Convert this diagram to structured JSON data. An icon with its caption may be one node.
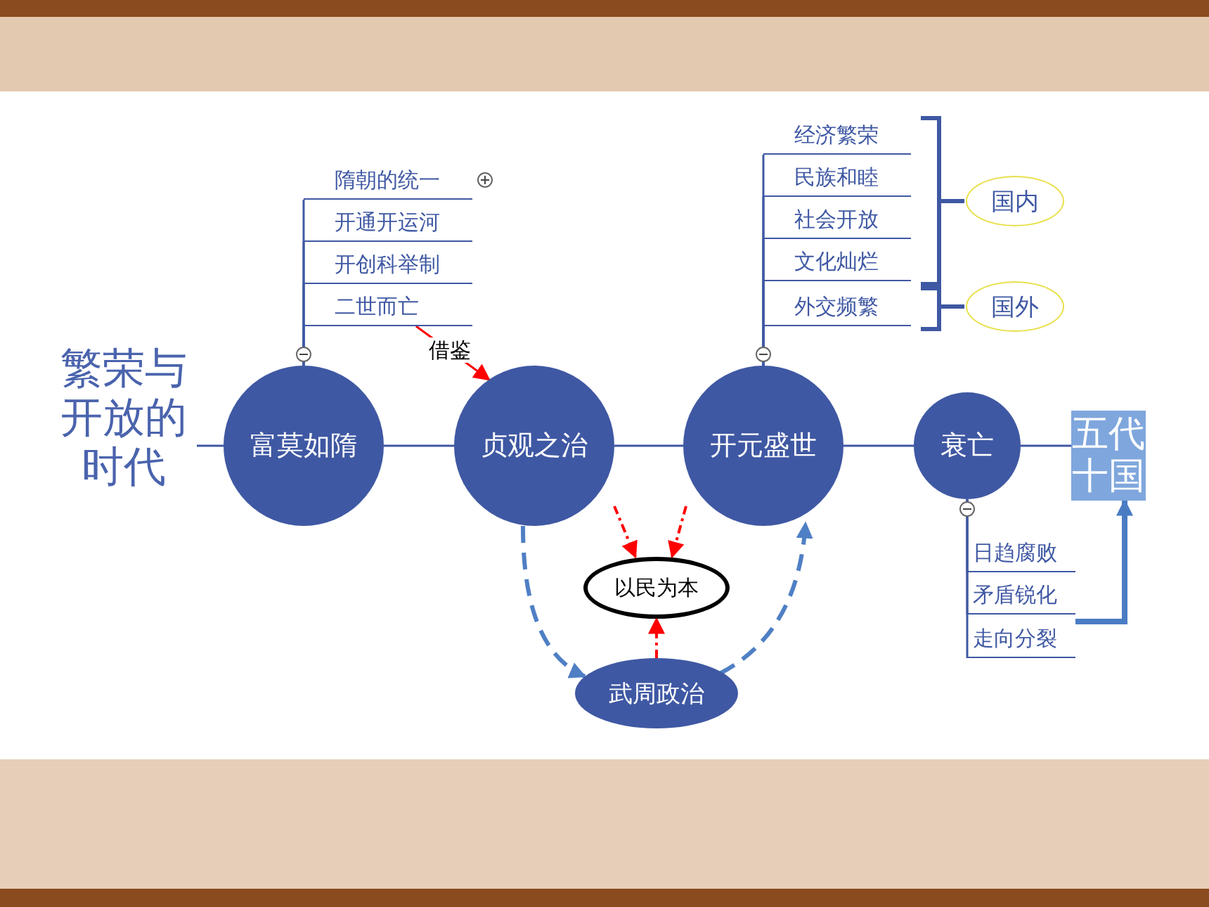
{
  "diagram": {
    "nodes": [
      {
        "text": [
          "繁荣与开放的时代"
        ]
      },
      {
        "text": [
          "富莫如隋"
        ]
      },
      {
        "text": [
          "隋朝的统一"
        ]
      },
      {
        "text": [
          "开通开运河"
        ]
      },
      {
        "text": [
          "开创科举制"
        ]
      },
      {
        "text": [
          "二世而亡"
        ]
      },
      {
        "text": [
          "贞观之治"
        ]
      },
      {
        "text": [
          "开元盛世"
        ]
      },
      {
        "text": [
          "经济繁荣"
        ]
      },
      {
        "text": [
          "民族和睦"
        ]
      },
      {
        "text": [
          "社会开放"
        ]
      },
      {
        "text": [
          "文化灿烂"
        ]
      },
      {
        "text": [
          "外交频繁"
        ]
      },
      {
        "text": [
          "国内"
        ]
      },
      {
        "text": [
          "国外"
        ]
      },
      {
        "text": [
          "衰亡"
        ]
      },
      {
        "text": [
          "日趋腐败"
        ]
      },
      {
        "text": [
          "矛盾锐化"
        ]
      },
      {
        "text": [
          "走向分裂"
        ]
      },
      {
        "text": [
          "五代十国"
        ]
      },
      {
        "text": [
          "以民为本"
        ]
      },
      {
        "text": [
          "武周政治"
        ]
      }
    ],
    "edges": [
      {
        "from": 0,
        "to": 1,
        "arrow": "none"
      },
      {
        "from": 1,
        "to": 6,
        "arrow": "none"
      },
      {
        "from": 6,
        "to": 7,
        "arrow": "none"
      },
      {
        "from": 7,
        "to": 15,
        "arrow": "none"
      },
      {
        "from": 15,
        "to": 19,
        "arrow": "none"
      },
      {
        "from": 1,
        "to": 2,
        "arrow": "none"
      },
      {
        "from": 1,
        "to": 3,
        "arrow": "none"
      },
      {
        "from": 1,
        "to": 4,
        "arrow": "none"
      },
      {
        "from": 1,
        "to": 5,
        "arrow": "none"
      },
      {
        "from": 5,
        "to": 6,
        "arrow": "to",
        "label": "借鉴",
        "color": "#ff0000"
      },
      {
        "from": 6,
        "to": 20,
        "arrow": "to",
        "style": "dashed",
        "color": "#ff0000"
      },
      {
        "from": 7,
        "to": 20,
        "arrow": "to",
        "style": "dashed",
        "color": "#ff0000"
      },
      {
        "from": 21,
        "to": 20,
        "arrow": "to",
        "style": "dashed",
        "color": "#ff0000"
      },
      {
        "from": 6,
        "to": 21,
        "arrow": "to",
        "style": "dashed",
        "color": "#4f7fc4"
      },
      {
        "from": 21,
        "to": 7,
        "arrow": "to",
        "style": "dashed",
        "color": "#4f7fc4"
      },
      {
        "from": 7,
        "to": 8,
        "arrow": "none"
      },
      {
        "from": 7,
        "to": 9,
        "arrow": "none"
      },
      {
        "from": 7,
        "to": 10,
        "arrow": "none"
      },
      {
        "from": 7,
        "to": 11,
        "arrow": "none"
      },
      {
        "from": 7,
        "to": 12,
        "arrow": "none"
      },
      {
        "from": 15,
        "to": 16,
        "arrow": "none"
      },
      {
        "from": 15,
        "to": 17,
        "arrow": "none"
      },
      {
        "from": 15,
        "to": 18,
        "arrow": "none"
      },
      {
        "from": 18,
        "to": 19,
        "arrow": "to",
        "style": "thick",
        "color": "#4a7cc4"
      }
    ]
  }
}
